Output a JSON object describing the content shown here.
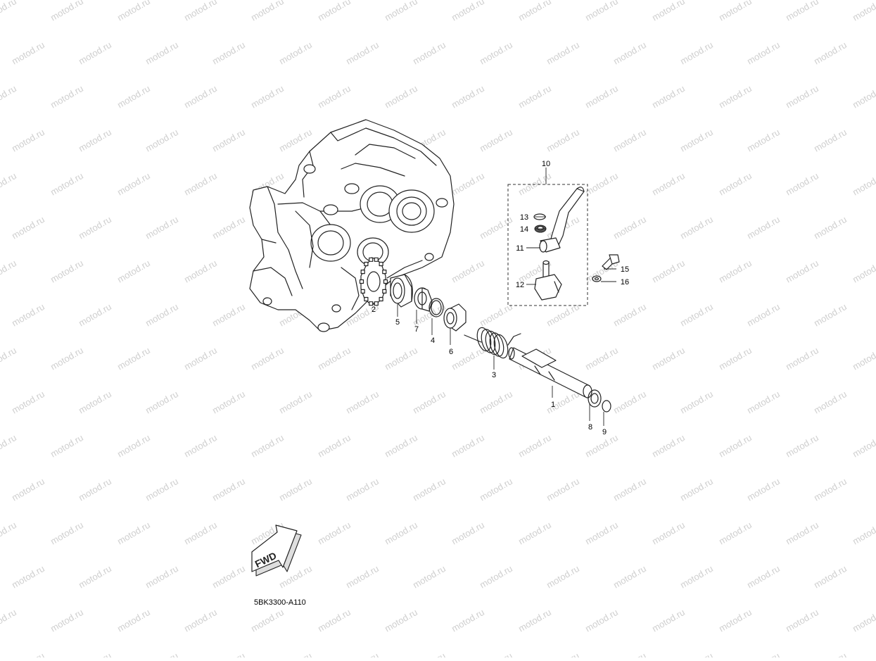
{
  "watermark": {
    "text": "motod.ru"
  },
  "diagram": {
    "reference_code": "5BK3300-A110",
    "fwd_label": "FWD",
    "callouts": [
      {
        "id": "1",
        "label": "1"
      },
      {
        "id": "2",
        "label": "2"
      },
      {
        "id": "3",
        "label": "3"
      },
      {
        "id": "4",
        "label": "4"
      },
      {
        "id": "5",
        "label": "5"
      },
      {
        "id": "6",
        "label": "6"
      },
      {
        "id": "7",
        "label": "7"
      },
      {
        "id": "8",
        "label": "8"
      },
      {
        "id": "9",
        "label": "9"
      },
      {
        "id": "10",
        "label": "10"
      },
      {
        "id": "11",
        "label": "11"
      },
      {
        "id": "12",
        "label": "12"
      },
      {
        "id": "13",
        "label": "13"
      },
      {
        "id": "14",
        "label": "14"
      },
      {
        "id": "15",
        "label": "15"
      },
      {
        "id": "16",
        "label": "16"
      }
    ]
  }
}
